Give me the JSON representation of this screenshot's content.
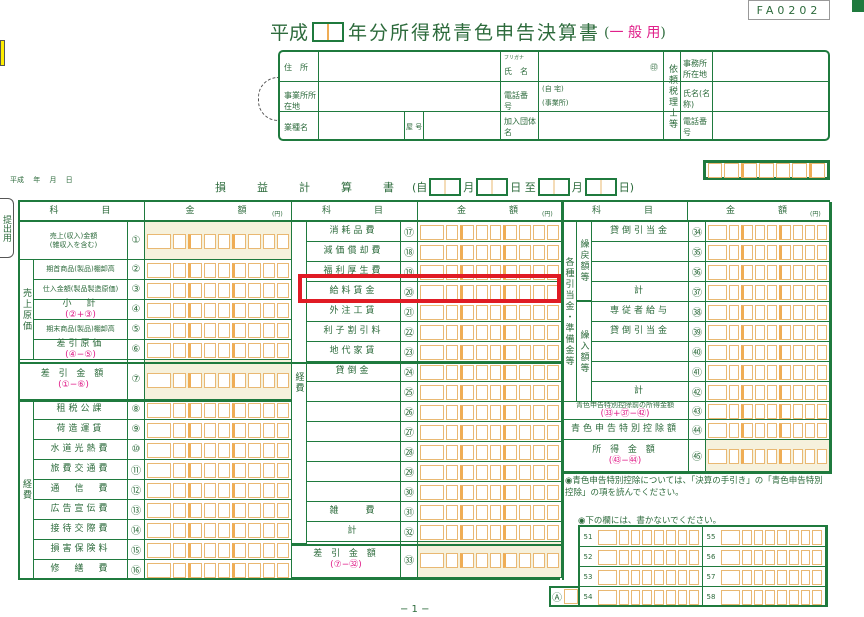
{
  "header": {
    "form_code": "FA0202",
    "title_prefix": "平成",
    "title_main": "年分所得税青色申告決算書",
    "title_paren_open": "(",
    "title_suffix": "一 般 用",
    "title_paren_close": ")"
  },
  "info": {
    "address": "住　所",
    "furigana": "フリガナ",
    "name": "氏　名",
    "seal": "㊞",
    "office_address": "事業所所在地",
    "phone": "電話番号",
    "phone_home": "(自 宅)",
    "phone_office": "(事業所)",
    "industry": "業種名",
    "trade_name": "屋 号",
    "association": "加入団体名",
    "tax_accountant": "依頼税理士等",
    "ta_office": "事務所所在地",
    "ta_name": "氏名(名称)",
    "ta_phone": "電話番号"
  },
  "date_label": "平成　 年　 月　 日",
  "pl_title": "損　益　計　算　書",
  "period": {
    "from": "(自",
    "month": "月",
    "day": "日 至",
    "month2": "月",
    "day_end": "日)"
  },
  "side_tab": "提出用",
  "col_headers": {
    "subject": "科　　　目",
    "amount": "金　　　額",
    "yen": "(円)"
  },
  "left_rows": [
    {
      "no": "①",
      "label": "売上(収入)金額\n(雑収入を含む)"
    },
    {
      "no": "②",
      "label": "期首商品(製品)棚卸高"
    },
    {
      "no": "③",
      "label": "仕入金額(製品製造原価)"
    },
    {
      "no": "④",
      "label": "小　計",
      "formula": "(②+③)"
    },
    {
      "no": "⑤",
      "label": "期末商品(製品)棚卸高"
    },
    {
      "no": "⑥",
      "label": "差引原価",
      "formula": "(④−⑤)"
    },
    {
      "no": "⑦",
      "label": "差 引 金 額",
      "formula": "(①−⑥)"
    },
    {
      "no": "⑧",
      "label": "租税公課"
    },
    {
      "no": "⑨",
      "label": "荷造運賃"
    },
    {
      "no": "⑩",
      "label": "水道光熱費"
    },
    {
      "no": "⑪",
      "label": "旅費交通費"
    },
    {
      "no": "⑫",
      "label": "通　信　費"
    },
    {
      "no": "⑬",
      "label": "広告宣伝費"
    },
    {
      "no": "⑭",
      "label": "接待交際費"
    },
    {
      "no": "⑮",
      "label": "損害保険料"
    },
    {
      "no": "⑯",
      "label": "修　繕　費"
    }
  ],
  "left_groups": {
    "cost_of_sales": "売上原価",
    "expenses": "経費"
  },
  "mid_rows": [
    {
      "no": "⑰",
      "label": "消耗品費"
    },
    {
      "no": "⑱",
      "label": "減価償却費"
    },
    {
      "no": "⑲",
      "label": "福利厚生費"
    },
    {
      "no": "⑳",
      "label": "給料賃金"
    },
    {
      "no": "㉑",
      "label": "外注工賃"
    },
    {
      "no": "㉒",
      "label": "利子割引料"
    },
    {
      "no": "㉓",
      "label": "地代家賃"
    },
    {
      "no": "㉔",
      "label": "貸倒金"
    },
    {
      "no": "㉕",
      "label": ""
    },
    {
      "no": "㉖",
      "label": ""
    },
    {
      "no": "㉗",
      "label": ""
    },
    {
      "no": "㉘",
      "label": ""
    },
    {
      "no": "㉙",
      "label": ""
    },
    {
      "no": "㉚",
      "label": ""
    },
    {
      "no": "㉛",
      "label": "雑　　費"
    },
    {
      "no": "㉜",
      "label": "計"
    },
    {
      "no": "㉝",
      "label": "差 引 金 額",
      "formula": "(⑦−㉜)"
    }
  ],
  "mid_group": "経費",
  "right_rows": [
    {
      "no": "㉞",
      "label": "貸倒引当金"
    },
    {
      "no": "㉟",
      "label": ""
    },
    {
      "no": "㊱",
      "label": ""
    },
    {
      "no": "㊲",
      "label": "計"
    },
    {
      "no": "㊳",
      "label": "専従者給与"
    },
    {
      "no": "㊴",
      "label": "貸倒引当金"
    },
    {
      "no": "㊵",
      "label": ""
    },
    {
      "no": "㊶",
      "label": ""
    },
    {
      "no": "㊷",
      "label": "計"
    },
    {
      "no": "㊸",
      "label": "青色申告特別控除前の所得金額",
      "formula": "(㉝+㊲−㊷)"
    },
    {
      "no": "㊹",
      "label": "青色申告特別控除額"
    },
    {
      "no": "㊺",
      "label": "所 得 金 額",
      "formula": "(㊸−㊹)"
    }
  ],
  "right_groups": {
    "reserves": "各種引当金・準備金等",
    "reversal": "繰戻額等",
    "transfer": "繰入額等"
  },
  "note1": "◉青色申告特別控除については、「決算の手引き」の「青色申告特別控除」の項を読んでください。",
  "note2": "◉下の欄には、書かないでください。",
  "office_grid": {
    "left": [
      "51",
      "52",
      "53",
      "54"
    ],
    "right": [
      "55",
      "56",
      "57",
      "58"
    ],
    "marker": "Ⓐ"
  },
  "page_number": "− 1 −",
  "colors": {
    "line": "#1f7a3e",
    "box": "#e9b872",
    "highlight": "#e01b24",
    "formula": "#e0208a"
  }
}
